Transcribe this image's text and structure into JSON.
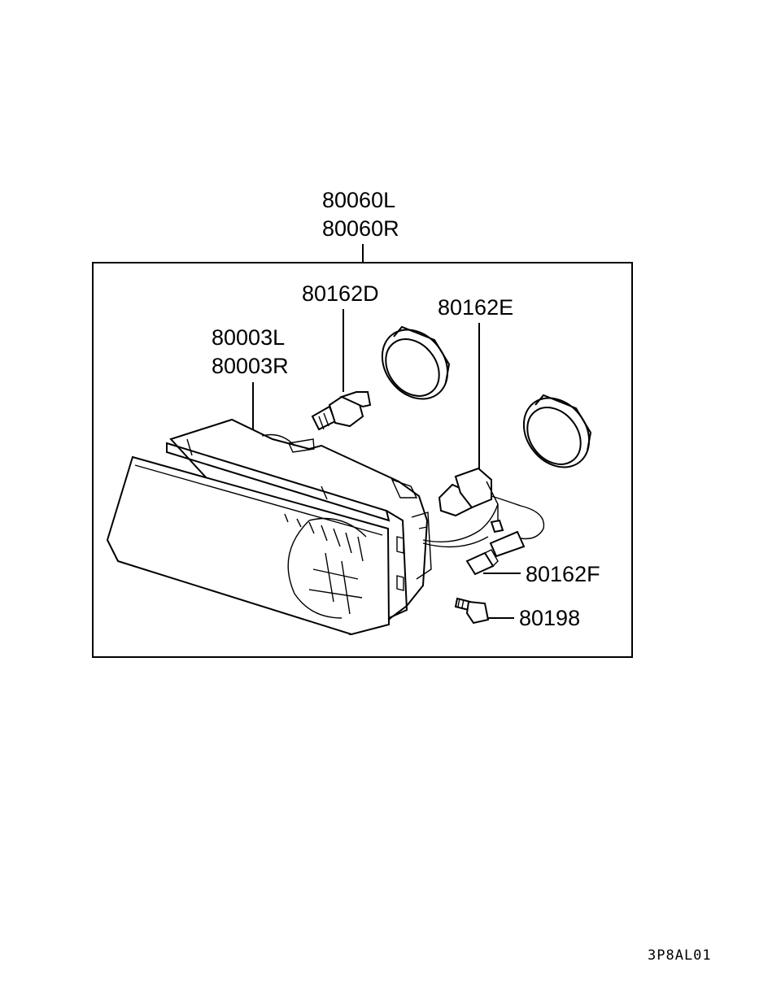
{
  "diagram": {
    "assembly_label_left": "80060L",
    "assembly_label_right": "80060R",
    "housing_label_left": "80003L",
    "housing_label_right": "80003R",
    "bulb_d_label": "80162D",
    "bulb_e_label": "80162E",
    "bulb_f_label": "80162F",
    "screw_label": "80198",
    "drawing_code": "3P8AL01"
  }
}
